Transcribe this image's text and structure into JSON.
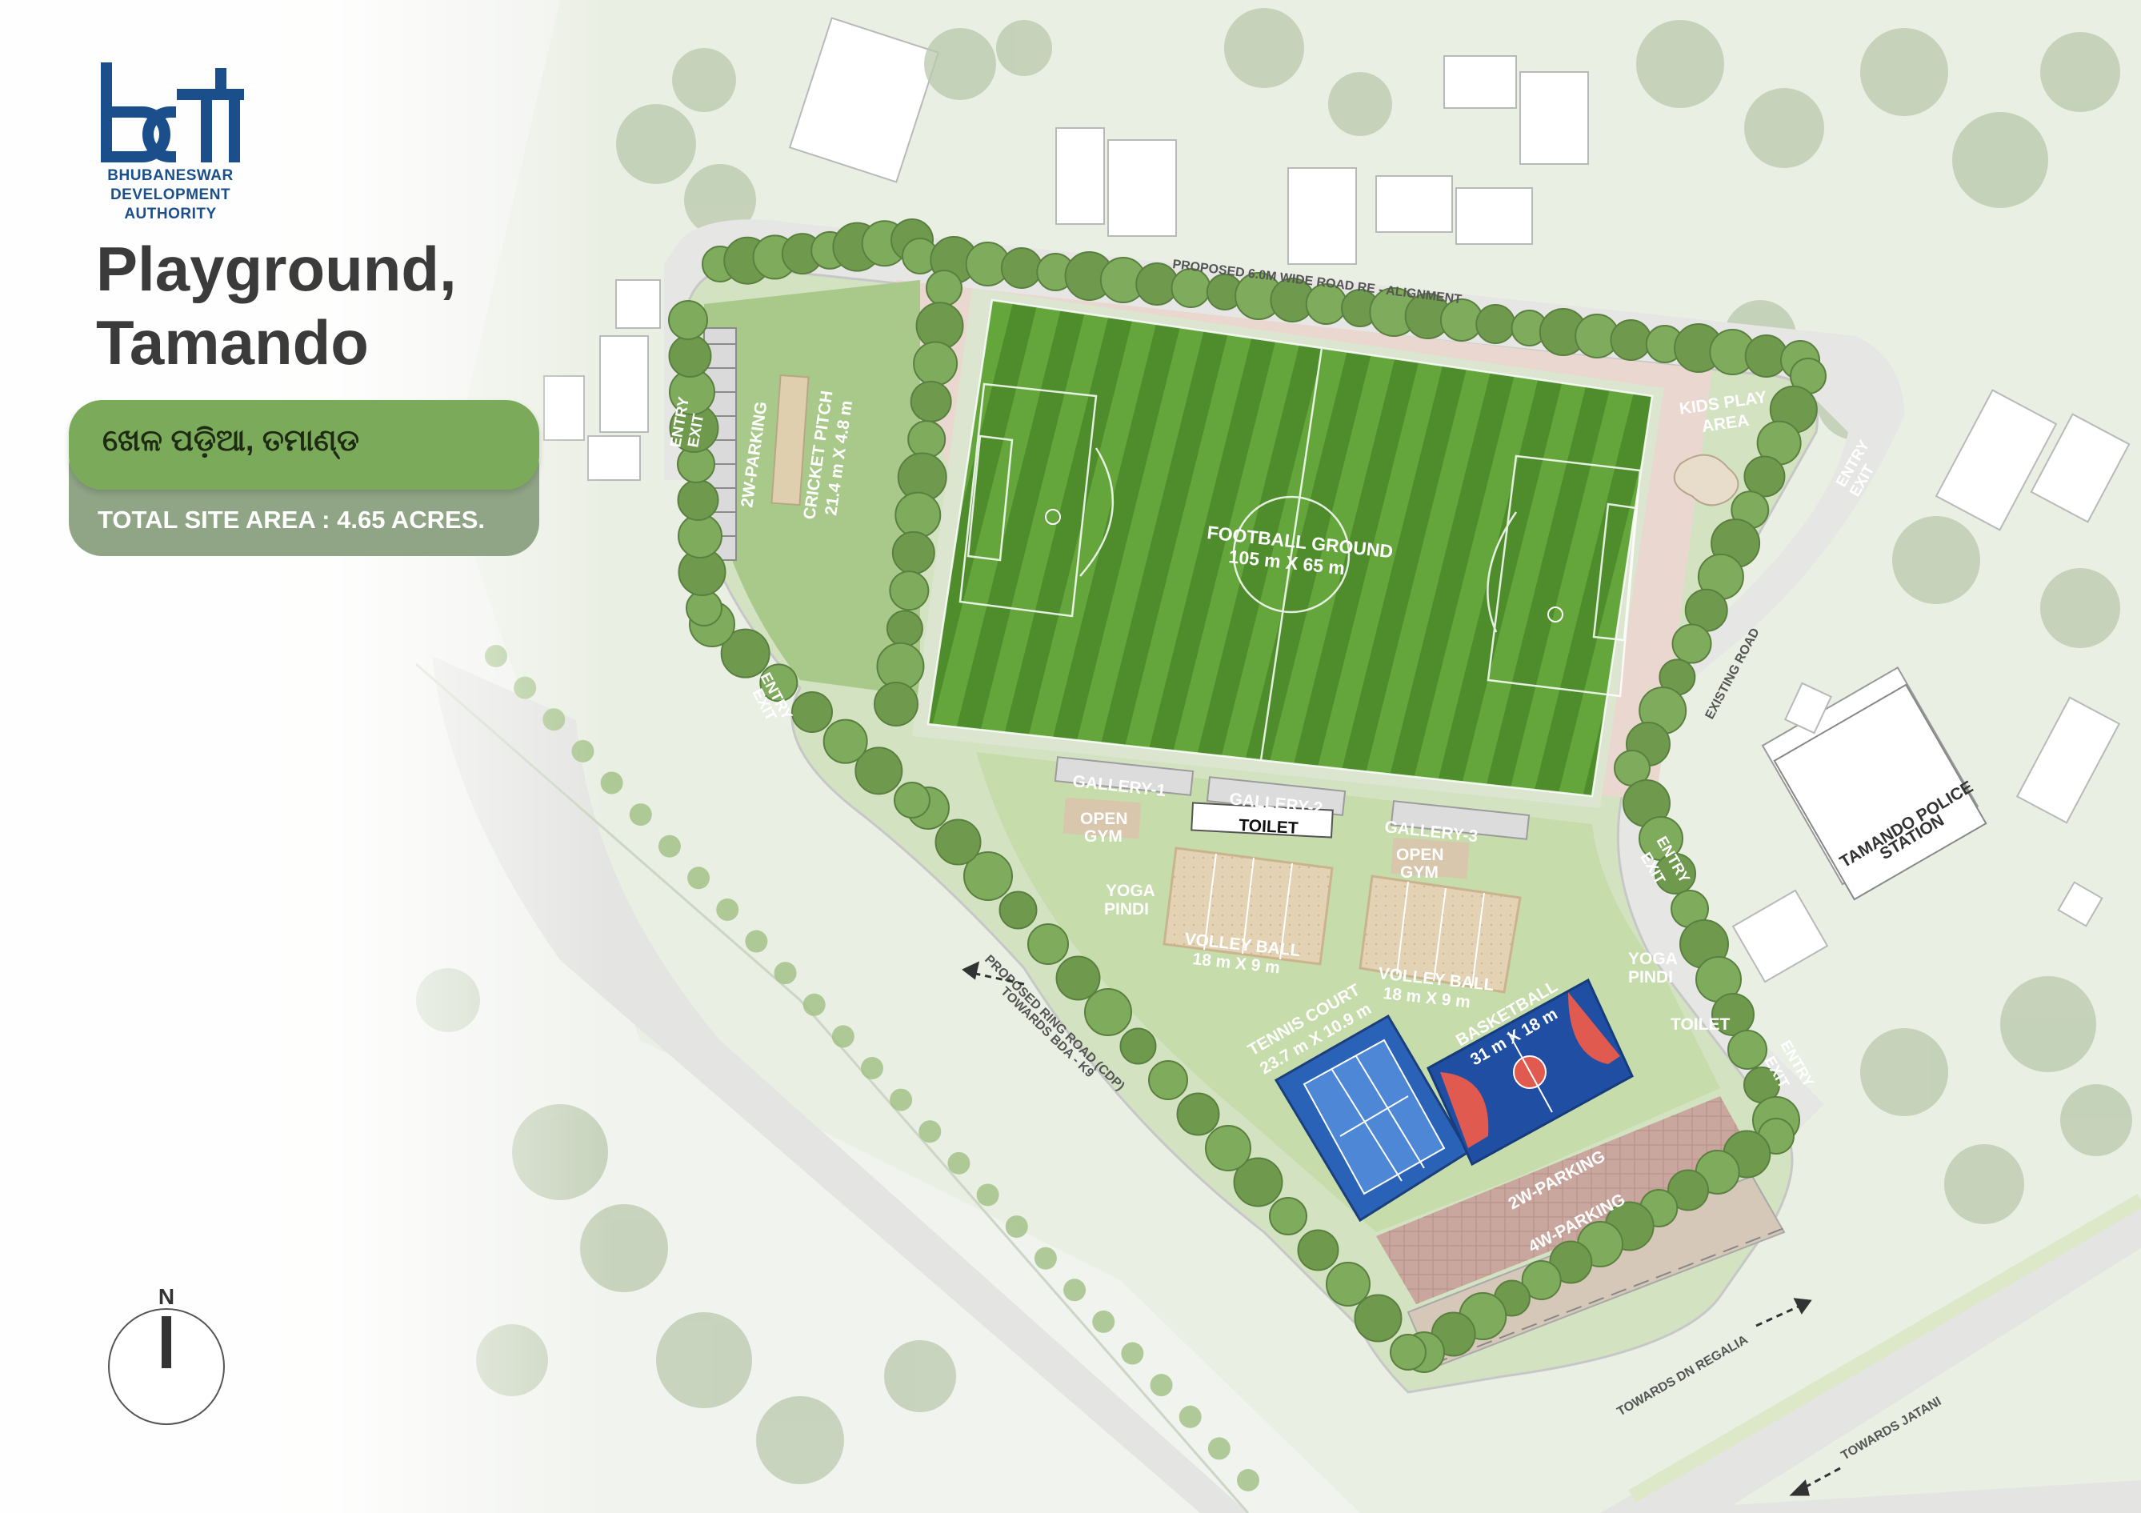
{
  "header": {
    "logo_initials": "bda",
    "org_line1": "BHUBANESWAR",
    "org_line2": "DEVELOPMENT",
    "org_line3": "AUTHORITY",
    "title_line1": "Playground,",
    "title_line2": "Tamando",
    "odia_name": "ଖେଳ ପଡ଼ିଆ, ତମାଣ୍ଡ",
    "site_area": "TOTAL SITE AREA : 4.65 ACRES."
  },
  "map": {
    "road_top": "PROPOSED 6.0M WIDE ROAD RE - ALIGNMENT",
    "road_existing": "EXISTING ROAD",
    "ring_road_1": "PROPOSED RING ROAD (CDP)",
    "ring_road_2": "TOWARDS BDA - K9",
    "towards_dn": "TOWARDS DN REGALIA",
    "towards_jatani": "TOWARDS JATANI",
    "entry_exit_1a": "ENTRY",
    "entry_exit_1b": "EXIT",
    "entry_exit_2a": "ENTRY",
    "entry_exit_2b": "EXIT",
    "entry_exit_3a": "ENTRY",
    "entry_exit_3b": "EXIT",
    "entry_exit_4a": "ENTRY",
    "entry_exit_4b": "EXIT",
    "entry_exit_5a": "ENTRY",
    "entry_exit_5b": "EXIT",
    "parking_2w_top": "2W-PARKING",
    "cricket_1": "CRICKET PITCH",
    "cricket_2": "21.4 m X 4.8 m",
    "football_1": "FOOTBALL GROUND",
    "football_2": "105 m X 65 m",
    "kids_1": "KIDS PLAY",
    "kids_2": "AREA",
    "police_1": "TAMANDO POLICE",
    "police_2": "STATION",
    "gallery1": "GALLERY-1",
    "gallery2": "GALLERY-2",
    "gallery3": "GALLERY-3",
    "toilet_main": "TOILET",
    "toilet_right": "TOILET",
    "gym1_a": "OPEN",
    "gym1_b": "GYM",
    "gym2_a": "OPEN",
    "gym2_b": "GYM",
    "yoga1_a": "YOGA",
    "yoga1_b": "PINDI",
    "yoga2_a": "YOGA",
    "yoga2_b": "PINDI",
    "volley1_a": "VOLLEY BALL",
    "volley1_b": "18 m X 9 m",
    "volley2_a": "VOLLEY BALL",
    "volley2_b": "18 m X 9 m",
    "tennis_a": "TENNIS COURT",
    "tennis_b": "23.7 m X 10.9 m",
    "basket_a": "BASKETBALL",
    "basket_b": "31 m X 18 m",
    "parking_2w_bottom": "2W-PARKING",
    "parking_4w": "4W-PARKING"
  },
  "compass": {
    "north": "N"
  },
  "colors": {
    "brand_blue": "#1b4f8c",
    "pill_green": "#7bab5a",
    "pill_grey": "#8fa586",
    "turf_dark": "#4f8d2c",
    "turf_light": "#62a43a",
    "tennis_blue": "#2a62b8",
    "basket_red": "#d9534f",
    "tree_green": "#6f9a4e"
  }
}
